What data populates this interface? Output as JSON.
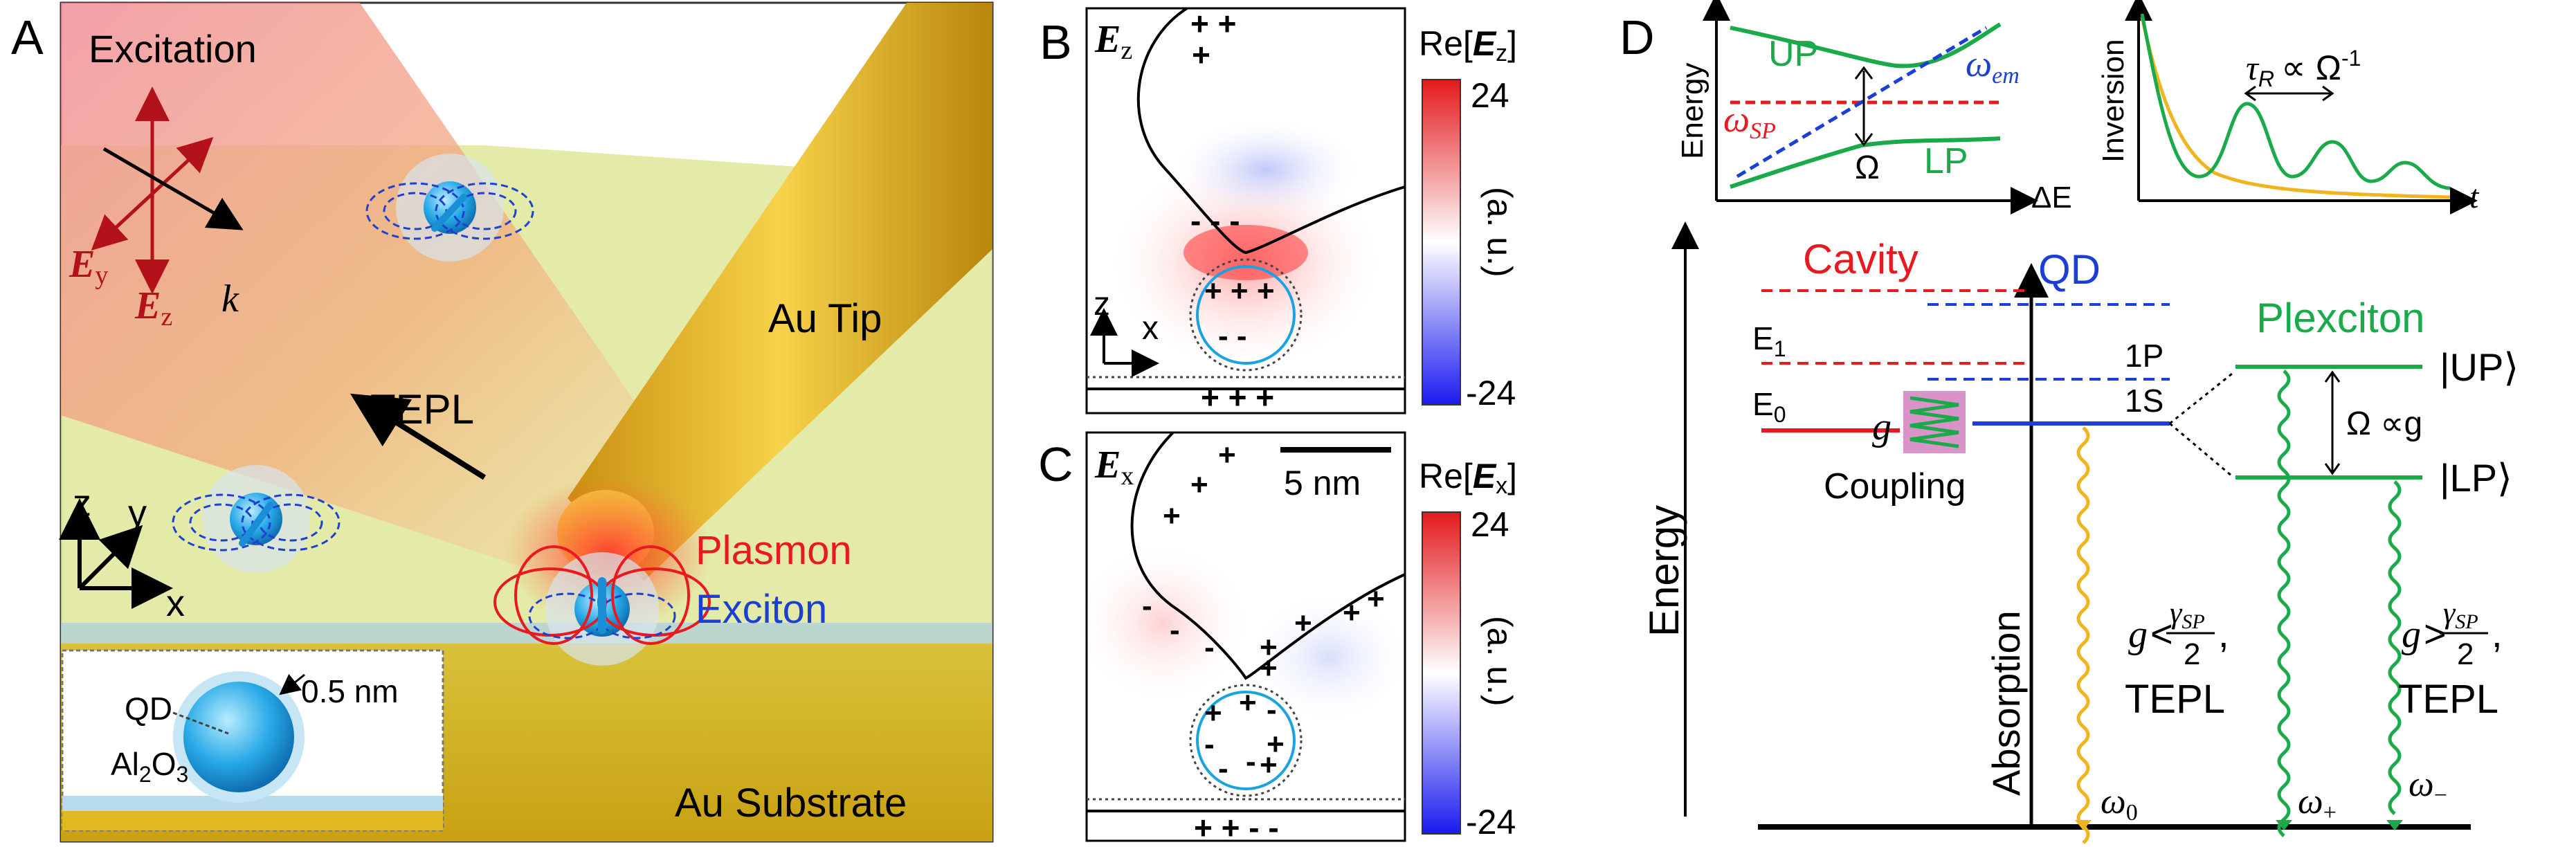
{
  "panel_a": {
    "letter": "A",
    "excitation": "Excitation",
    "ey": "E",
    "ey_sub": "y",
    "ez": "E",
    "ez_sub": "z",
    "k": "k",
    "tepl": "TEPL",
    "axis_z": "z",
    "axis_y": "y",
    "axis_x": "x",
    "au_tip": "Au Tip",
    "plasmon": "Plasmon",
    "exciton": "Exciton",
    "au_substrate": "Au Substrate",
    "inset_qd": "QD",
    "inset_al": "Al",
    "inset_al_sub": "2",
    "inset_o": "O",
    "inset_o_sub": "3",
    "inset_thickness": "0.5 nm",
    "colors": {
      "plasmon": "#e8191f",
      "exciton": "#1a3fd6",
      "tip": "#e8b821",
      "substrate": "#d9b21d"
    }
  },
  "panel_b": {
    "letter": "B",
    "field": "E",
    "field_sub": "z",
    "cbar_title": "Re[",
    "cbar_title_field": "E",
    "cbar_title_sub": "z",
    "cbar_title_end": "]",
    "cbar_max": "24",
    "cbar_min": "-24",
    "cbar_unit": "(a. u.)",
    "axis_z": "z",
    "axis_x": "x",
    "charges_top": "+ +",
    "charge_left": "+",
    "charges_tip": "- - -",
    "charges_qd_top": "+ + +",
    "charges_qd_bottom": "- -",
    "charges_substrate": "+ + +"
  },
  "panel_c": {
    "letter": "C",
    "field": "E",
    "field_sub": "x",
    "cbar_title": "Re[",
    "cbar_title_field": "E",
    "cbar_title_sub": "x",
    "cbar_title_end": "]",
    "cbar_max": "24",
    "cbar_min": "-24",
    "cbar_unit": "(a. u.)",
    "scale": "5 nm",
    "charges_substrate": "+ + - -"
  },
  "panel_d": {
    "letter": "D",
    "top_left": {
      "ylabel": "Energy",
      "xlabel": "ΔE",
      "up": "UP",
      "lp": "LP",
      "omega_sp": "ω",
      "omega_sp_sub": "SP",
      "omega_em": "ω",
      "omega_em_sub": "em",
      "omega": "Ω"
    },
    "top_right": {
      "ylabel": "Inversion",
      "xlabel": "t",
      "tau": "τ",
      "tau_sub": "R",
      "tau_rel": "∝ Ω",
      "tau_exp": "-1"
    },
    "main": {
      "cavity": "Cavity",
      "qd": "QD",
      "e1": "E",
      "e1_sub": "1",
      "e0": "E",
      "e0_sub": "0",
      "p1": "1P",
      "s1": "1S",
      "g": "g",
      "coupling": "Coupling",
      "plexciton": "Plexciton",
      "up_state": "|UP⟩",
      "lp_state": "|LP⟩",
      "omega_g": "Ω ∝g",
      "energy": "Energy",
      "absorption": "Absorption",
      "weak_g": "g",
      "weak_rel": "<",
      "strong_g": "g",
      "strong_rel": ">",
      "gamma": "γ",
      "gamma_sub": "SP",
      "two": "2",
      "comma": ",",
      "tepl": "TEPL",
      "omega0": "ω",
      "omega0_sub": "0",
      "omega_plus": "ω",
      "omega_plus_sub": "+",
      "omega_minus": "ω",
      "omega_minus_sub": "−"
    },
    "colors": {
      "cavity": "#e8191f",
      "qd": "#1a3fd6",
      "plexciton": "#1aaa4a",
      "emission_weak": "#f0b41e"
    }
  }
}
